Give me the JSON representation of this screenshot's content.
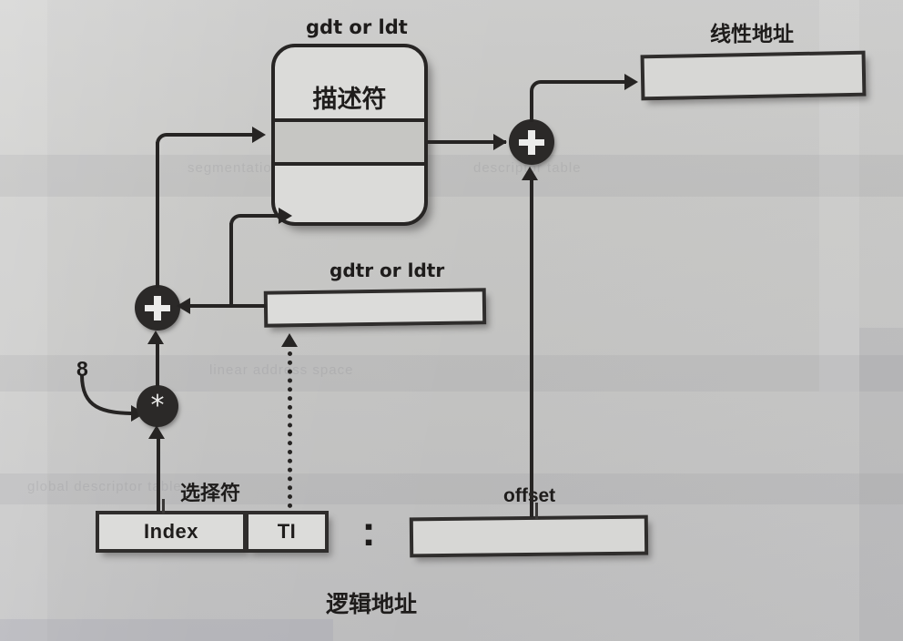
{
  "diagram": {
    "title_caption": "逻辑地址",
    "labels": {
      "descriptor_table": "gdt or ldt",
      "descriptor_cell": "描述符",
      "table_register": "gdtr or ldtr",
      "linear_address": "线性地址",
      "selector": "选择符",
      "index_field": "Index",
      "ti_field": "TI",
      "offset_field": "offset",
      "scale_factor": "8",
      "separator": ":"
    },
    "operators": {
      "multiply": "*",
      "add_left": "+",
      "add_right": "+"
    },
    "colors": {
      "background": "#c4c4c2",
      "stroke": "#262423",
      "box_fill": "#d7d7d5",
      "highlight_fill": "#c6c6c3",
      "operator_fill": "#2b2928",
      "operator_glyph": "#ececeb"
    },
    "ghost_text": [
      "segmentation unit",
      "descriptor table",
      "linear address space",
      "global descriptor table"
    ]
  }
}
